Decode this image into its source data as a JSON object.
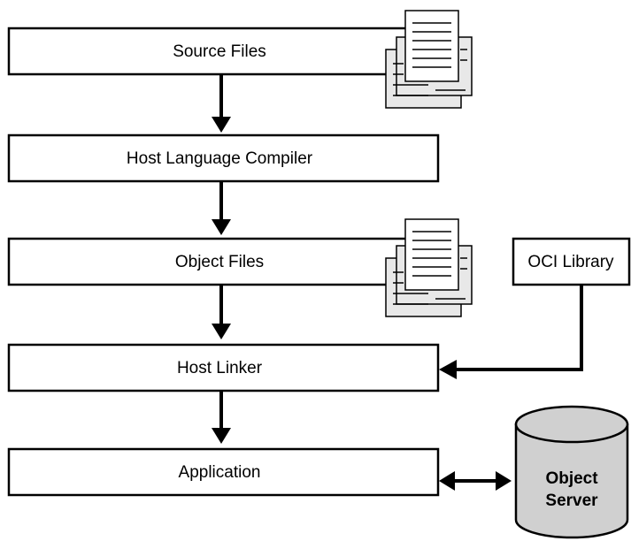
{
  "boxes": {
    "source_files": "Source Files",
    "host_language_compiler": "Host Language Compiler",
    "object_files": "Object Files",
    "oci_library": "OCI Library",
    "host_linker": "Host Linker",
    "application": "Application"
  },
  "database": {
    "line1": "Object",
    "line2": "Server"
  },
  "icons": {
    "document_stack": "document-stack-icon",
    "database": "database-cylinder-icon"
  },
  "colors": {
    "stroke": "#000000",
    "document_fill": "#e8e8e8",
    "database_fill": "#d0d0d0",
    "box_fill": "#ffffff"
  }
}
